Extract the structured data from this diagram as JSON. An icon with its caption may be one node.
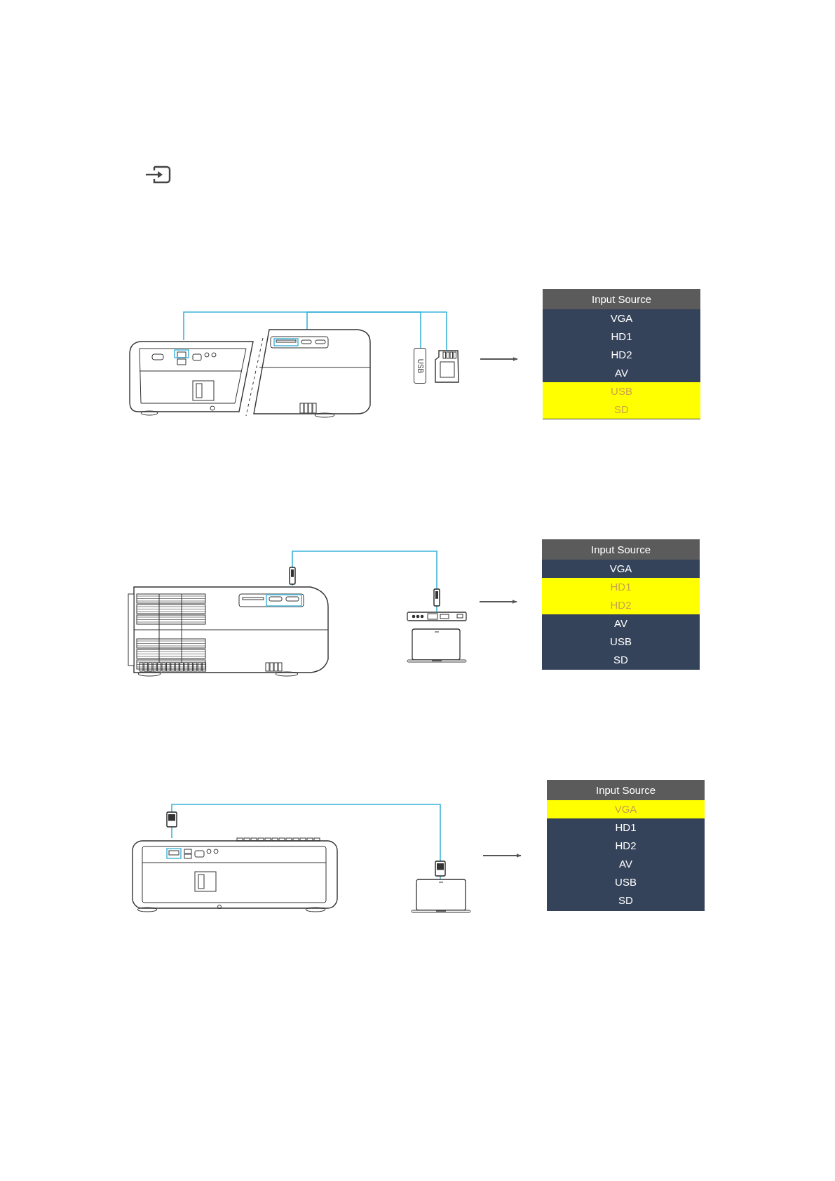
{
  "diagram": {
    "nodes": [
      {
        "text": [],
        "shape": "picture"
      },
      {
        "text": [],
        "shape": "picture"
      },
      {
        "text": [
          "USB"
        ]
      },
      {
        "text": [],
        "shape": "picture"
      },
      {
        "text": [
          "Input Source"
        ]
      },
      {
        "text": [
          "VGA"
        ],
        "in": 4
      },
      {
        "text": [
          "HD1"
        ],
        "in": 4
      },
      {
        "text": [
          "HD2"
        ],
        "in": 4
      },
      {
        "text": [
          "AV"
        ],
        "in": 4
      },
      {
        "text": [
          "USB"
        ],
        "in": 4
      },
      {
        "text": [
          "SD"
        ],
        "in": 4
      },
      {
        "text": [],
        "shape": "picture"
      },
      {
        "text": [],
        "shape": "laptop"
      },
      {
        "text": [
          "Input Source"
        ]
      },
      {
        "text": [
          "VGA"
        ],
        "in": 13
      },
      {
        "text": [
          "HD1"
        ],
        "in": 13
      },
      {
        "text": [
          "HD2"
        ],
        "in": 13
      },
      {
        "text": [
          "AV"
        ],
        "in": 13
      },
      {
        "text": [
          "USB"
        ],
        "in": 13
      },
      {
        "text": [
          "SD"
        ],
        "in": 13
      },
      {
        "text": [],
        "shape": "picture"
      },
      {
        "text": [],
        "shape": "laptop"
      },
      {
        "text": [
          "Input Source"
        ]
      },
      {
        "text": [
          "VGA"
        ],
        "in": 22
      },
      {
        "text": [
          "HD1"
        ],
        "in": 22
      },
      {
        "text": [
          "HD2"
        ],
        "in": 22
      },
      {
        "text": [
          "AV"
        ],
        "in": 22
      },
      {
        "text": [
          "USB"
        ],
        "in": 22
      },
      {
        "text": [
          "SD"
        ],
        "in": 22
      }
    ],
    "edges": [
      {
        "from": 0,
        "to": 2,
        "arrow": "none"
      },
      {
        "from": 1,
        "to": 3,
        "arrow": "none"
      },
      {
        "from": 3,
        "to": 4,
        "arrow": "to",
        "color": "#555555"
      },
      {
        "from": 11,
        "to": 12,
        "arrow": "none"
      },
      {
        "from": 12,
        "to": 13,
        "arrow": "to",
        "color": "#555555"
      },
      {
        "from": 20,
        "to": 21,
        "arrow": "none"
      },
      {
        "from": 21,
        "to": 22,
        "arrow": "to",
        "color": "#555555"
      }
    ]
  }
}
